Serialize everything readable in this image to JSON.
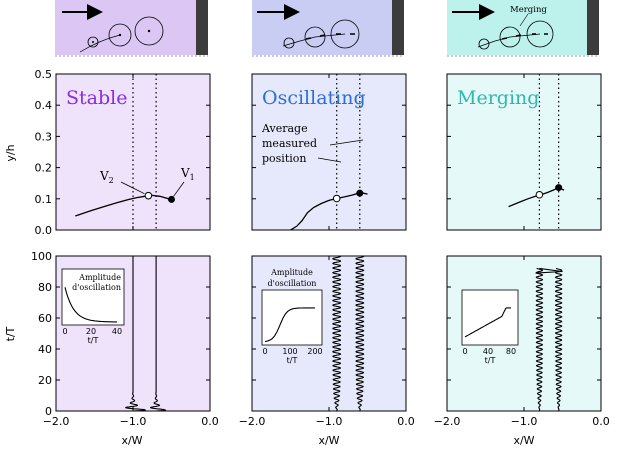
{
  "colors": {
    "stable_bg": "#efe2fb",
    "stable_label": "#8a2be2",
    "oscillating_bg": "#e6e9fb",
    "oscillating_label": "#2b6fd6",
    "merging_bg": "#e4f9f8",
    "merging_label": "#2db8ad",
    "diagram_stable": "#dbc6f4",
    "diagram_oscillating": "#c9ccf3",
    "diagram_merging": "#bdf1ec",
    "wall": "#3c3c3c",
    "ink": "#000000"
  },
  "axis_labels": {
    "y_top": "y/h",
    "y_bottom": "t/T",
    "x": "x/W"
  },
  "panels": [
    {
      "label": "Stable",
      "top": {
        "x": [
          -1.75,
          -1.55,
          -1.35,
          -1.2,
          -1.05,
          -0.95,
          -0.85,
          -0.8,
          -0.75,
          -0.65,
          -0.55,
          -0.5
        ],
        "y": [
          0.045,
          0.062,
          0.077,
          0.088,
          0.098,
          0.104,
          0.108,
          0.11,
          0.111,
          0.108,
          0.101,
          0.095
        ],
        "vlines": [
          -1.0,
          -0.7
        ],
        "open_marker": {
          "x": -0.8,
          "y": 0.11
        },
        "filled_marker": {
          "x": -0.5,
          "y": 0.098
        },
        "annotations": {
          "v2": "V",
          "v2_sub": "2",
          "v1": "V",
          "v1_sub": "1"
        }
      },
      "bottom": {
        "inset": {
          "title_line1": "Amplitude",
          "title_line2": "d'oscillation",
          "xlabel": "t/T",
          "xticks": [
            "0",
            "20",
            "40"
          ],
          "curve": "decay"
        }
      }
    },
    {
      "label": "Oscillating",
      "top": {
        "x": [
          -1.5,
          -1.42,
          -1.35,
          -1.28,
          -1.2,
          -1.1,
          -1.0,
          -0.9,
          -0.8,
          -0.7,
          -0.62,
          -0.55,
          -0.5
        ],
        "y": [
          0.0,
          0.012,
          0.03,
          0.055,
          0.072,
          0.085,
          0.095,
          0.101,
          0.106,
          0.112,
          0.118,
          0.118,
          0.115
        ],
        "vlines": [
          -0.9,
          -0.6
        ],
        "open_marker": {
          "x": -0.9,
          "y": 0.101
        },
        "filled_marker": {
          "x": -0.6,
          "y": 0.118
        },
        "annotation": [
          "Average",
          "measured",
          "position"
        ]
      },
      "bottom": {
        "inset": {
          "title_line1": "Amplitude",
          "title_line2": "d'oscillation",
          "xlabel": "t/T",
          "xticks": [
            "0",
            "100",
            "200"
          ],
          "curve": "sigmoid"
        }
      }
    },
    {
      "label": "Merging",
      "top": {
        "x": [
          -1.2,
          -1.05,
          -0.95,
          -0.85,
          -0.78,
          -0.7,
          -0.62,
          -0.55,
          -0.48
        ],
        "y": [
          0.075,
          0.09,
          0.1,
          0.108,
          0.113,
          0.12,
          0.128,
          0.136,
          0.128
        ],
        "vlines": [
          -0.8,
          -0.55
        ],
        "open_marker": {
          "x": -0.8,
          "y": 0.113
        },
        "filled_marker": {
          "x": -0.55,
          "y": 0.136
        }
      },
      "bottom": {
        "inset": {
          "xlabel": "t/T",
          "xticks": [
            "0",
            "40",
            "80"
          ],
          "curve": "rise"
        }
      },
      "diagram_label": "Merging"
    }
  ],
  "chart_data": [
    {
      "type": "line",
      "panel": "Stable (position)",
      "ylabel": "y/h",
      "xlim": [
        -2.0,
        0.0
      ],
      "ylim": [
        0.0,
        0.5
      ],
      "xticks": [
        "−2.0",
        "−1.0",
        "0.0"
      ],
      "yticks": [
        "0.0",
        "0.1",
        "0.2",
        "0.3",
        "0.4",
        "0.5"
      ],
      "series": [
        {
          "x": [
            -1.75,
            -1.5,
            -1.25,
            -1.0,
            -0.8,
            -0.6,
            -0.5
          ],
          "values": [
            0.045,
            0.067,
            0.085,
            0.1,
            0.11,
            0.105,
            0.095
          ]
        }
      ],
      "annotations": [
        "V2",
        "V1"
      ]
    },
    {
      "type": "line",
      "panel": "Oscillating (position)",
      "xlim": [
        -2.0,
        0.0
      ],
      "ylim": [
        0.0,
        0.5
      ],
      "series": [
        {
          "x": [
            -1.5,
            -1.3,
            -1.1,
            -0.9,
            -0.7,
            -0.6,
            -0.5
          ],
          "values": [
            0.0,
            0.06,
            0.085,
            0.101,
            0.112,
            0.118,
            0.115
          ]
        }
      ],
      "annotations": [
        "Average measured position"
      ]
    },
    {
      "type": "line",
      "panel": "Merging (position)",
      "xlim": [
        -2.0,
        0.0
      ],
      "ylim": [
        0.0,
        0.5
      ],
      "series": [
        {
          "x": [
            -1.2,
            -1.0,
            -0.8,
            -0.55,
            -0.48
          ],
          "values": [
            0.075,
            0.095,
            0.113,
            0.136,
            0.128
          ]
        }
      ]
    },
    {
      "type": "line",
      "panel": "Stable (time)",
      "ylabel": "t/T",
      "xlabel": "x/W",
      "xlim": [
        -2.0,
        0.0
      ],
      "ylim": [
        0,
        100
      ],
      "yticks": [
        "0",
        "20",
        "40",
        "60",
        "80",
        "100"
      ],
      "series": [
        {
          "x_mean": -1.0,
          "amplitude_start": 0.2,
          "decay": "fast"
        },
        {
          "x_mean": -0.7,
          "amplitude_start": 0.15,
          "decay": "fast"
        }
      ]
    },
    {
      "type": "line",
      "panel": "Oscillating (time)",
      "xlabel": "x/W",
      "xlim": [
        -2.0,
        0.0
      ],
      "ylim": [
        0,
        100
      ],
      "series": [
        {
          "x_mean": -0.9,
          "amplitude_final": 0.05
        },
        {
          "x_mean": -0.6,
          "amplitude_final": 0.05
        }
      ]
    },
    {
      "type": "line",
      "panel": "Merging (time)",
      "xlabel": "x/W",
      "xlim": [
        -2.0,
        0.0
      ],
      "ylim": [
        0,
        100
      ],
      "series": [
        {
          "x_mean": -0.8,
          "amplitude_final": 0.04,
          "t_end": 92
        },
        {
          "x_mean": -0.55,
          "amplitude_final": 0.04,
          "t_end": 92
        }
      ]
    }
  ]
}
